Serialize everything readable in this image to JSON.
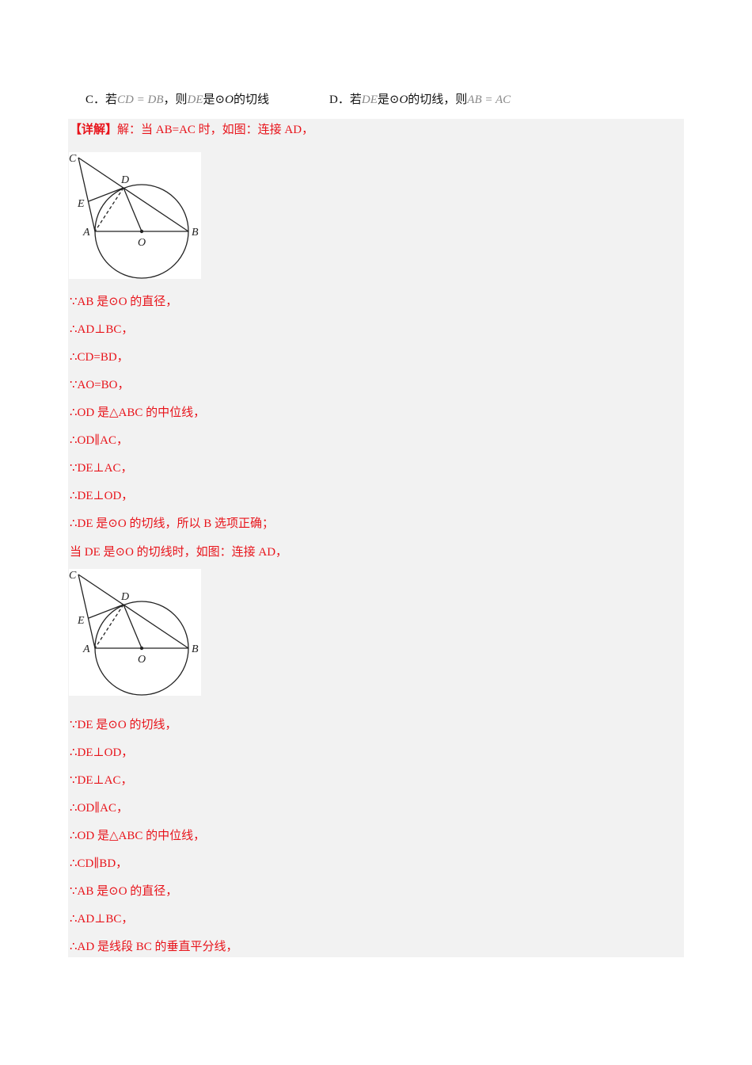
{
  "question_options": {
    "C": {
      "label": "C．",
      "prefix": "若",
      "condition": "CD = DB",
      "middle": "，则",
      "subject": "DE",
      "text_after": "是⊙",
      "circle": "O",
      "conclusion": "的切线"
    },
    "D": {
      "label": "D．",
      "prefix": "若",
      "subject": "DE",
      "text_after": "是⊙",
      "circle": "O",
      "middle": "的切线，则",
      "conclusion": "AB = AC"
    }
  },
  "solution": {
    "header_bracket": "【详解】",
    "header_text": "解：当 AB=AC 时，如图：连接 AD，",
    "part1_lines": [
      "∵AB 是⊙O 的直径，",
      "∴AD⊥BC，",
      "∴CD=BD，",
      "∵AO=BO，",
      "∴OD 是△ABC 的中位线，",
      "∴OD∥AC，",
      "∵DE⊥AC，",
      "∴DE⊥OD，",
      "∴DE 是⊙O 的切线，所以 B 选项正确；"
    ],
    "part2_intro": "当 DE 是⊙O 的切线时，如图：连接 AD，",
    "part2_lines": [
      "∵DE 是⊙O 的切线，",
      "∴DE⊥OD，",
      "∵DE⊥AC，",
      "∴OD∥AC，",
      "∴OD 是△ABC 的中位线，",
      "∴CD∥BD，",
      "∵AB 是⊙O 的直径，",
      "∴AD⊥BC，",
      "∴AD 是线段 BC 的垂直平分线，"
    ],
    "figure_labels": {
      "C": "C",
      "D": "D",
      "E": "E",
      "A": "A",
      "O": "O",
      "B": "B"
    }
  },
  "colors": {
    "solution_text": "#e8141b",
    "solution_background": "#f2f2f2",
    "question_text": "#111111"
  }
}
